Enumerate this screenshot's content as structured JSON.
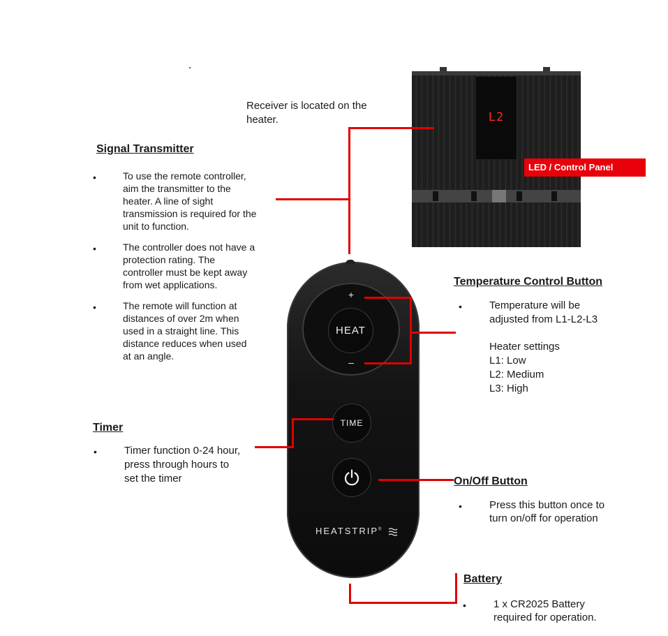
{
  "receiver_note": {
    "line1": "Receiver is located on the",
    "line2": "heater."
  },
  "led_panel_label": "LED / Control Panel",
  "led_display": "L2",
  "signal_transmitter": {
    "heading": "Signal Transmitter",
    "bullets": [
      [
        "To use the remote controller,",
        "aim the transmitter to the",
        "heater. A line of sight",
        "transmission is required for the",
        "unit to function."
      ],
      [
        "The controller does not have a",
        "protection rating. The",
        "controller must be kept away",
        "from wet applications."
      ],
      [
        "The remote will function at",
        "distances of over 2m when",
        "used in a straight line. This",
        "distance reduces when used",
        "at an angle."
      ]
    ]
  },
  "timer": {
    "heading": "Timer",
    "bullet": [
      "Timer function 0-24 hour,",
      "press through hours to",
      "set the timer"
    ]
  },
  "temperature": {
    "heading": "Temperature Control Button",
    "bullet": [
      "Temperature will be",
      "adjusted from L1-L2-L3"
    ],
    "settings": [
      "Heater settings",
      "L1: Low",
      "L2: Medium",
      "L3: High"
    ]
  },
  "onoff": {
    "heading": "On/Off Button",
    "bullet": [
      "Press this button once to",
      "turn on/off for operation"
    ]
  },
  "battery": {
    "heading": "Battery",
    "bullet": [
      "1 x CR2025  Battery",
      "required for operation."
    ]
  },
  "remote": {
    "plus": "+",
    "minus": "–",
    "heat": "HEAT",
    "time": "TIME",
    "brand": "HEATSTRIP",
    "reg": "®"
  },
  "bullet_char": "•",
  "colors": {
    "callout_red": "#e00000",
    "label_red": "#e8000b"
  }
}
